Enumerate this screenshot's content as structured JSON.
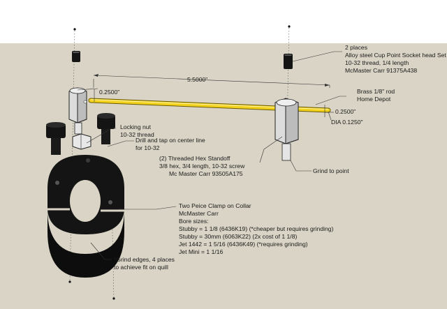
{
  "colors": {
    "sky": "#ffffff",
    "ground": "#d9d4c6",
    "rod": "#f2d21c",
    "metal": "#e2e2e2",
    "black_part": "#141414",
    "leader": "#333333"
  },
  "dimensions": {
    "rod_length": "5.5000\"",
    "offset_left": "0.2500\"",
    "offset_right": "0.2500\"",
    "rod_dia": "DIA 0.1250\""
  },
  "labels": {
    "set_screw": [
      "2 places",
      "Alloy steel Cup Point Socket head Set S",
      "10-32 thread, 1/4 length",
      "McMaster Carr 91375A438"
    ],
    "brass_rod": [
      "Brass 1/8\" rod",
      "Home Depot"
    ],
    "locking_nut": [
      "Locking nut",
      "10-32 thread"
    ],
    "drill_tap": [
      "Drill and tap on center line",
      "for 10-32"
    ],
    "hex_standoff": [
      "(2) Threaded Hex Standoff",
      "3/8 hex, 3/4 length, 10-32 screw",
      "Mc Master Carr  93505A175"
    ],
    "grind_point": [
      "Grind to point"
    ],
    "clamp": [
      "Two Peice Clamp on Collar",
      "McMaster Carr",
      "Bore sizes:",
      "Stubby = 1 1/8 (6436K19) (*cheaper but requires grinding)",
      "Stubby = 30mm (6063K22) (2x cost of 1 1/8)",
      "Jet 1442 = 1 5/16 (6436K49) (*requires grinding)",
      "Jet Mini = 1 1/16"
    ],
    "grind_edges": [
      "*Grind edges, 4 places",
      "to achieve fit on quill"
    ]
  }
}
